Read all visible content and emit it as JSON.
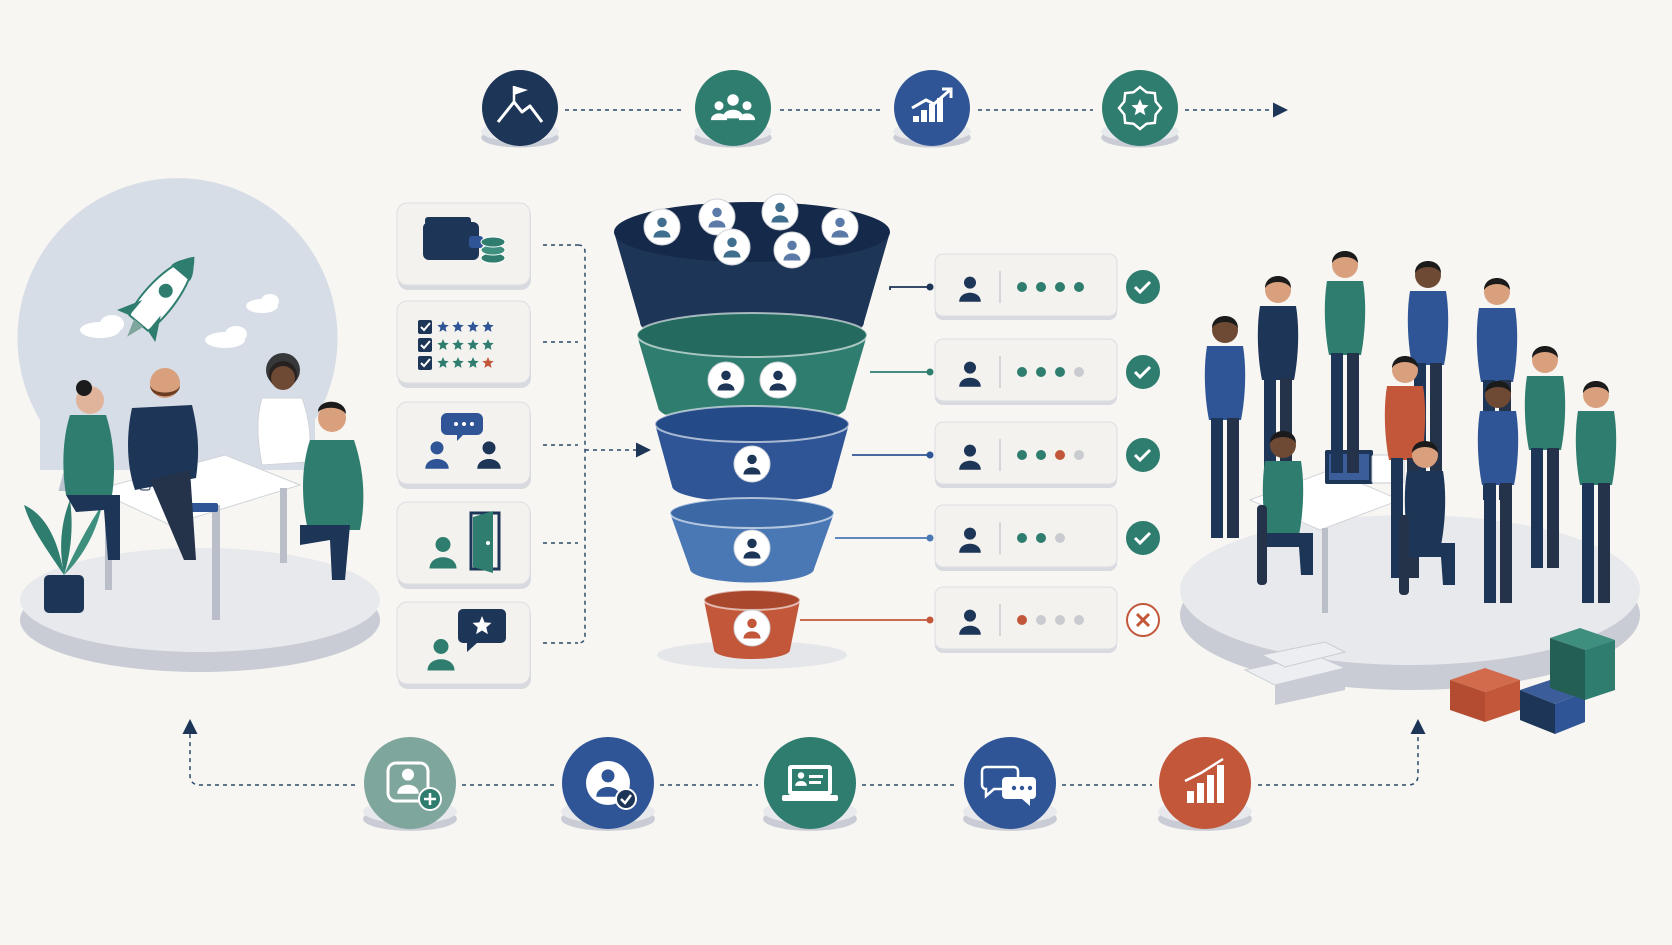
{
  "colors": {
    "background": "#f7f6f2",
    "navy": "#1d3557",
    "teal": "#2e7d6f",
    "blue": "#2f5597",
    "light_blue": "#4a78b5",
    "orange": "#c2573a",
    "sage": "#7fa69c",
    "pedestal": "#dfe1e6",
    "card": "#f3f2ee",
    "gray_dot": "#c9cbd0",
    "dashed_line": "#2b4a6b"
  },
  "top_stages": [
    {
      "icon": "mountain-flag-icon",
      "color": "#1d3557"
    },
    {
      "icon": "team-group-icon",
      "color": "#2e7d6f"
    },
    {
      "icon": "growth-chart-icon",
      "color": "#2f5597"
    },
    {
      "icon": "star-badge-icon",
      "color": "#2e7d6f"
    }
  ],
  "left_cards": [
    {
      "icon": "wallet-coins-icon"
    },
    {
      "icon": "rating-checklist-icon"
    },
    {
      "icon": "discussion-icon"
    },
    {
      "icon": "exit-door-icon"
    },
    {
      "icon": "feedback-star-icon"
    }
  ],
  "funnel_tiers": [
    {
      "color": "#1d3557",
      "people": 6
    },
    {
      "color": "#2e7d6f",
      "people": 2
    },
    {
      "color": "#2f5597",
      "people": 1
    },
    {
      "color": "#4a78b5",
      "people": 1
    },
    {
      "color": "#c2573a",
      "people": 1
    }
  ],
  "result_rows": [
    {
      "dots": [
        "#2e7d6f",
        "#2e7d6f",
        "#2e7d6f",
        "#2e7d6f"
      ],
      "status": "check-icon",
      "line_color": "#1d3557"
    },
    {
      "dots": [
        "#2e7d6f",
        "#2e7d6f",
        "#2e7d6f",
        "#c9cbd0"
      ],
      "status": "check-icon",
      "line_color": "#2e7d6f"
    },
    {
      "dots": [
        "#2e7d6f",
        "#2e7d6f",
        "#c2573a",
        "#c9cbd0"
      ],
      "status": "check-icon",
      "line_color": "#2f5597"
    },
    {
      "dots": [
        "#2e7d6f",
        "#2e7d6f",
        "#c9cbd0"
      ],
      "status": "check-icon",
      "line_color": "#4a78b5"
    },
    {
      "dots": [
        "#c2573a",
        "#c9cbd0",
        "#c9cbd0",
        "#c9cbd0"
      ],
      "status": "cross-icon",
      "line_color": "#c2573a"
    }
  ],
  "bottom_stages": [
    {
      "icon": "add-user-icon",
      "color": "#7fa69c"
    },
    {
      "icon": "verified-user-icon",
      "color": "#2f5597"
    },
    {
      "icon": "online-profile-icon",
      "color": "#2e7d6f"
    },
    {
      "icon": "chat-bubbles-icon",
      "color": "#2f5597"
    },
    {
      "icon": "bar-chart-icon",
      "color": "#c2573a"
    }
  ]
}
